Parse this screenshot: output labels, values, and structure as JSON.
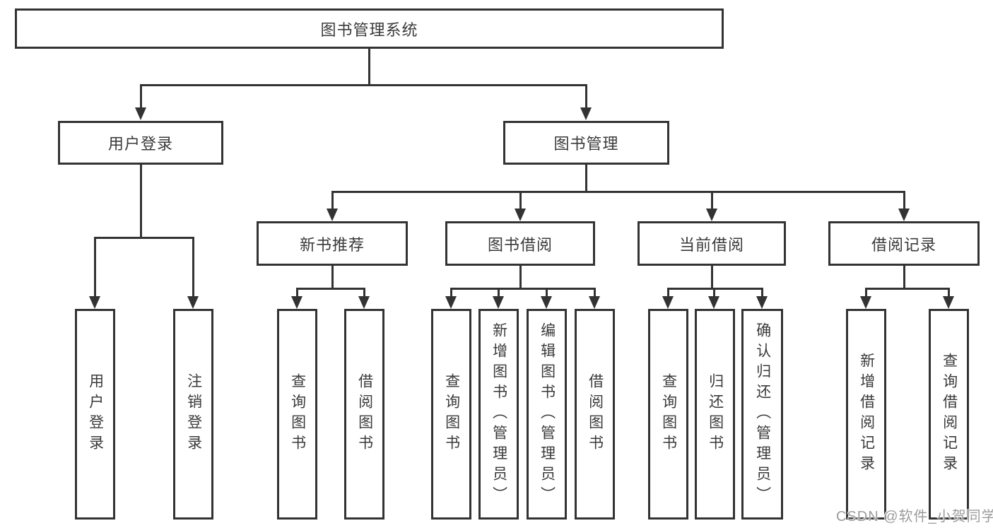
{
  "tree": {
    "root": {
      "label": "图书管理系统",
      "children": [
        {
          "label": "用户登录",
          "children": [
            {
              "label": "用户登录"
            },
            {
              "label": "注销登录"
            }
          ]
        },
        {
          "label": "图书管理",
          "children": [
            {
              "label": "新书推荐",
              "children": [
                {
                  "label": "查询图书"
                },
                {
                  "label": "借阅图书"
                }
              ]
            },
            {
              "label": "图书借阅",
              "children": [
                {
                  "label": "查询图书"
                },
                {
                  "label": "新增图书（管理员）"
                },
                {
                  "label": "编辑图书（管理员）"
                },
                {
                  "label": "借阅图书"
                }
              ]
            },
            {
              "label": "当前借阅",
              "children": [
                {
                  "label": "查询图书"
                },
                {
                  "label": "归还图书"
                },
                {
                  "label": "确认归还（管理员）"
                }
              ]
            },
            {
              "label": "借阅记录",
              "children": [
                {
                  "label": "新增借阅记录"
                },
                {
                  "label": "查询借阅记录"
                }
              ]
            }
          ]
        }
      ]
    }
  },
  "watermark": {
    "text": "CSDN @软件_小贺同学"
  },
  "colors": {
    "line": "#333333",
    "box_border": "#333333",
    "box_fill": "#ffffff",
    "text": "#3a3a3a",
    "background": "#ffffff",
    "watermark": "#9c9c9c"
  }
}
